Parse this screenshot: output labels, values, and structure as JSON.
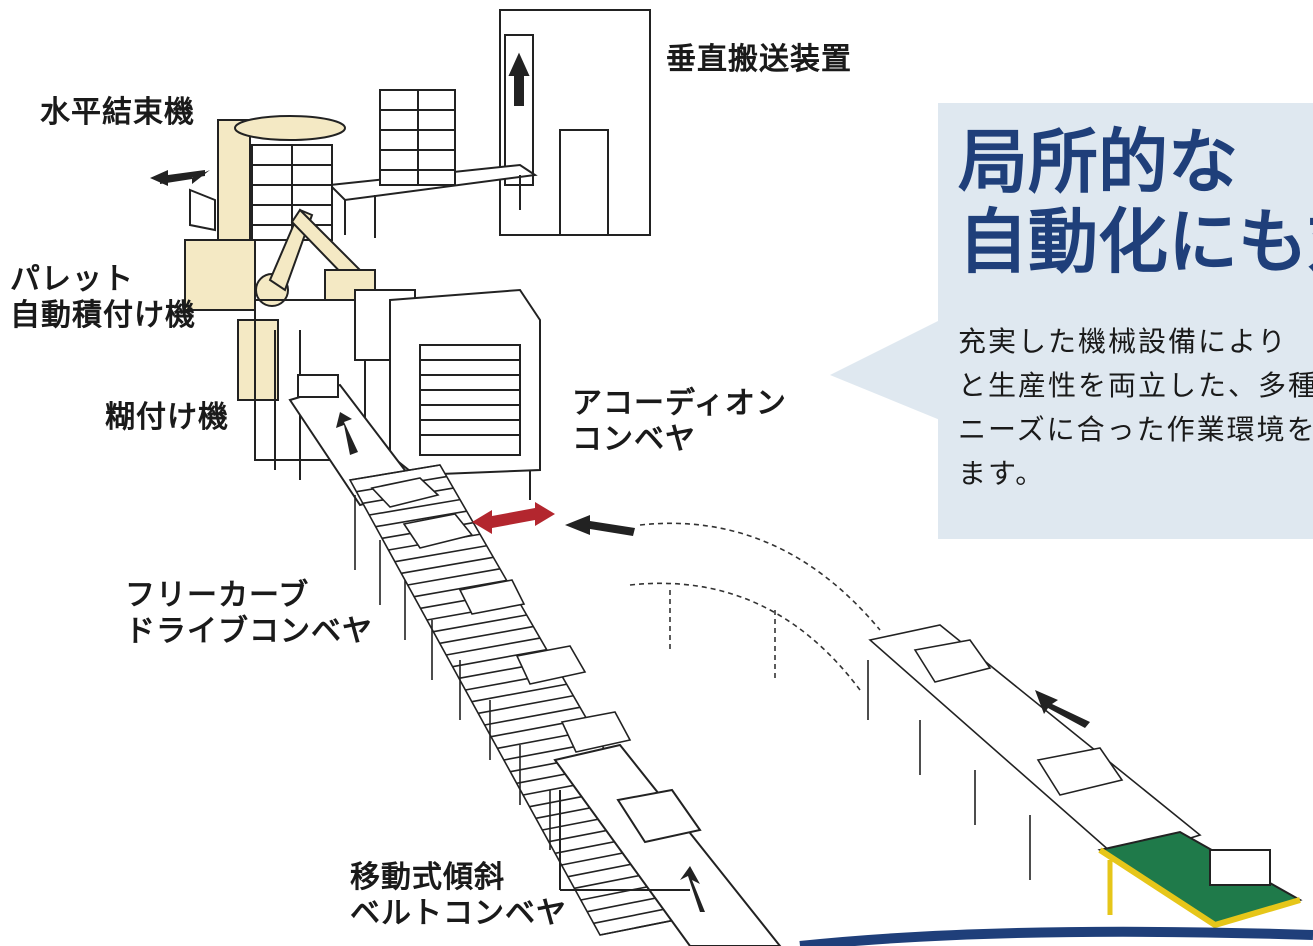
{
  "labels": {
    "vertical_conveyor": "垂直搬送装置",
    "horizontal_binder": "水平結束機",
    "palletizer_line1": "パレット",
    "palletizer_line2": "自動積付け機",
    "gluer": "糊付け機",
    "accordion_line1": "アコーディオン",
    "accordion_line2": "コンベヤ",
    "free_curve_line1": "フリーカーブ",
    "free_curve_line2": "ドライブコンベヤ",
    "belt_line1": "移動式傾斜",
    "belt_line2": "ベルトコンベヤ"
  },
  "callout": {
    "headline_line1": "局所的な",
    "headline_line2": "自動化にも対",
    "body_line1": "充実した機械設備により",
    "body_line2": "と生産性を両立した、多種",
    "body_line3": "ニーズに合った作業環境を",
    "body_line4": "ます。"
  },
  "colors": {
    "headline": "#1f3f7a",
    "callout_bg": "#dfe8f0",
    "machine_fill": "#f4e9c4",
    "ramp_green": "#1f7a4a",
    "ramp_yellow": "#e6c619",
    "red_arrow": "#b3262e"
  }
}
